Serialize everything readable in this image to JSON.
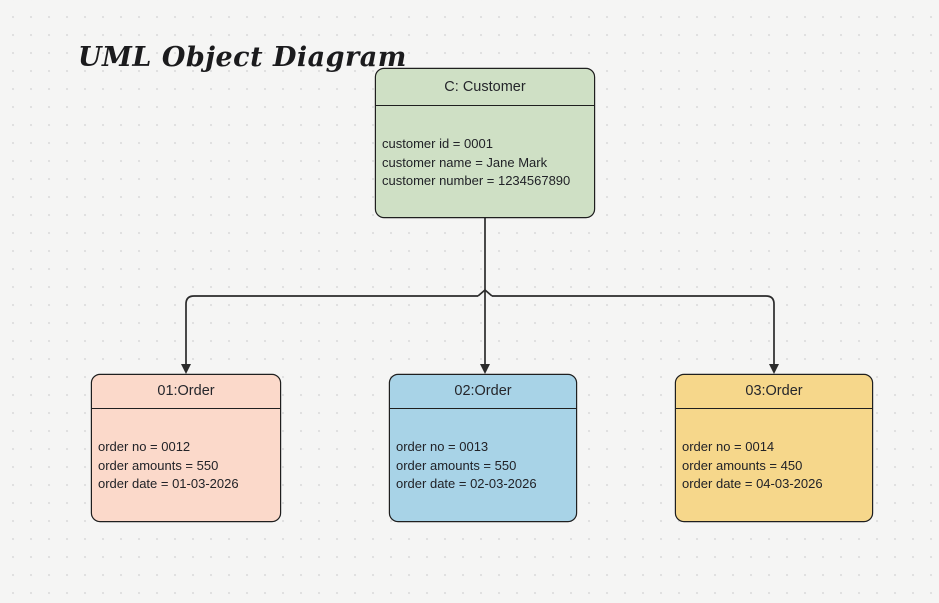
{
  "title": "UML Object Diagram",
  "diagram": {
    "connector_color": "#2b2b2b",
    "customer": {
      "header": "C: Customer",
      "fill": "#cfe0c5",
      "attributes": [
        "customer id = 0001",
        "customer name = Jane Mark",
        "customer number = 1234567890"
      ]
    },
    "orders": [
      {
        "header": "01:Order",
        "fill": "#fbd9ca",
        "attributes": [
          "order no = 0012",
          "order amounts = 550",
          "order date = 01-03-2026"
        ]
      },
      {
        "header": "02:Order",
        "fill": "#a8d3e7",
        "attributes": [
          "order no = 0013",
          "order amounts = 550",
          "order date = 02-03-2026"
        ]
      },
      {
        "header": "03:Order",
        "fill": "#f6d78b",
        "attributes": [
          "order no = 0014",
          "order amounts = 450",
          "order date = 04-03-2026"
        ]
      }
    ]
  }
}
